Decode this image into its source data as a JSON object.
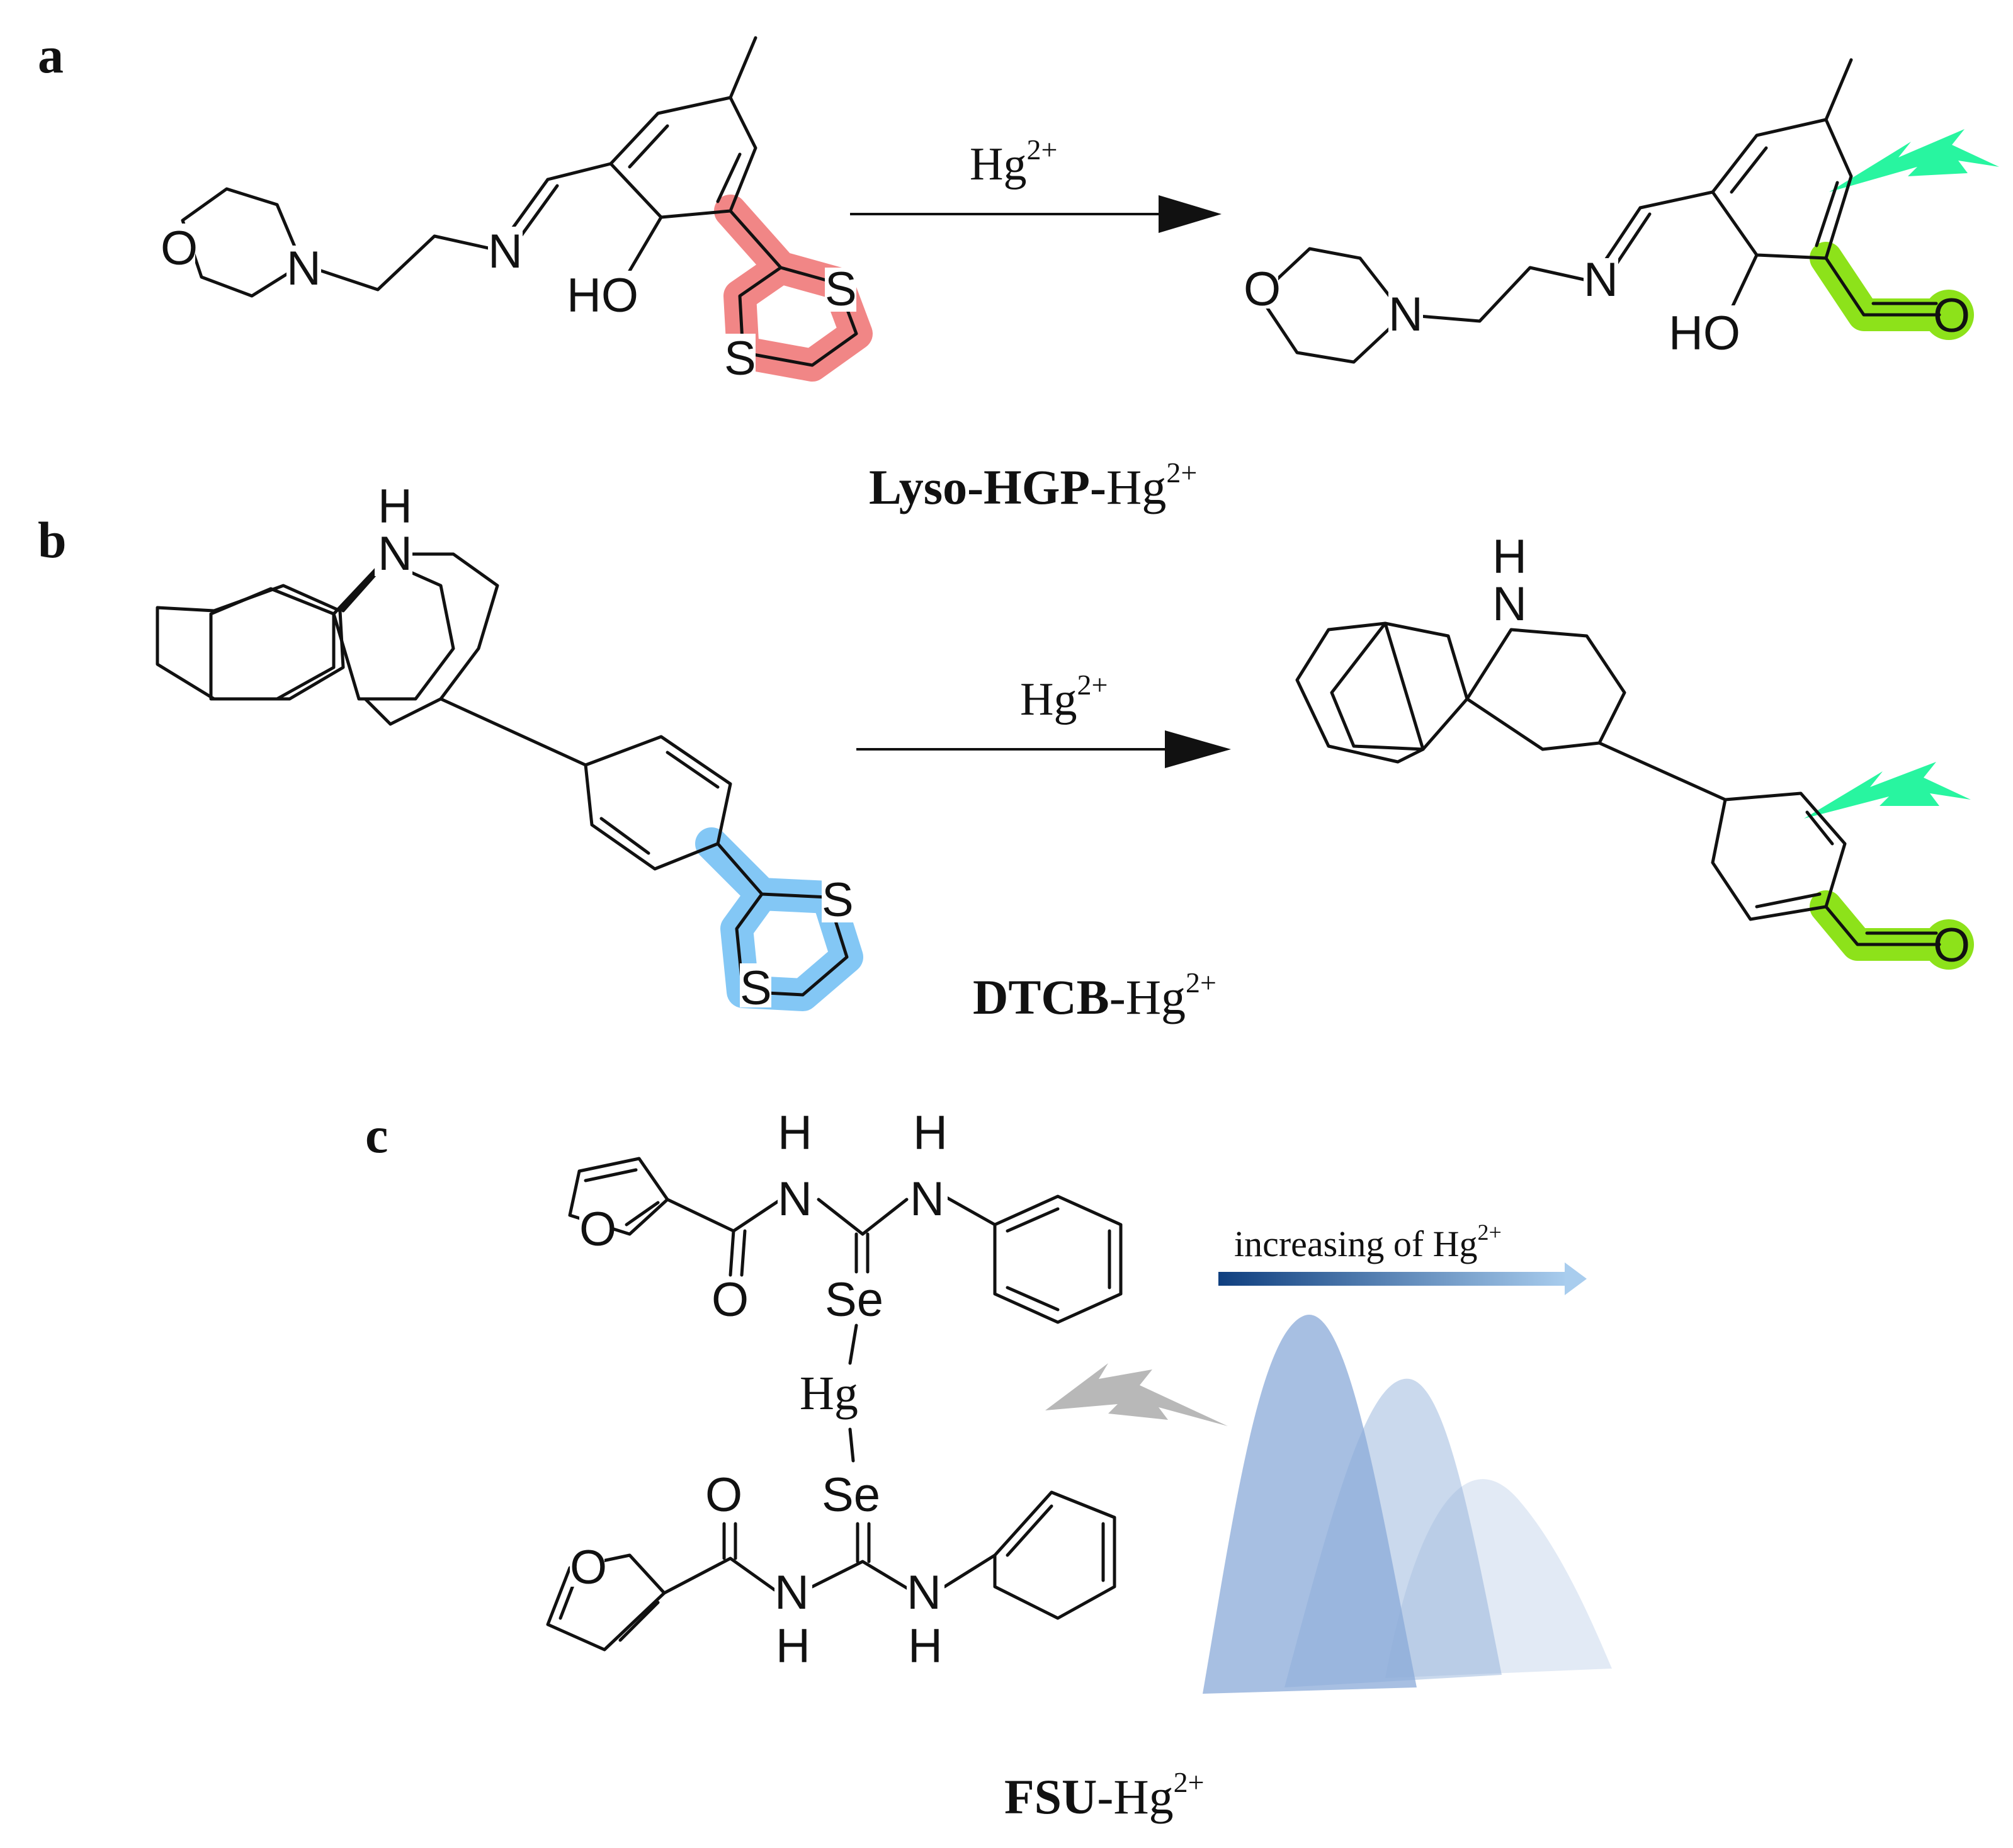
{
  "panels": {
    "a": {
      "letter": "a",
      "reagent": "Hg",
      "reagent_charge": "2+",
      "caption_bold": "Lyso-HGP-",
      "caption_ion": "Hg",
      "caption_charge": "2+",
      "atoms": {
        "O": "O",
        "N1": "N",
        "N2": "N",
        "HO": "HO",
        "S1": "S",
        "S2": "S",
        "O_ald": "O"
      }
    },
    "b": {
      "letter": "b",
      "reagent": "Hg",
      "reagent_charge": "2+",
      "caption_bold": "DTCB",
      "caption_ion": "-Hg",
      "caption_charge": "2+",
      "atoms": {
        "H": "H",
        "N": "N",
        "S1": "S",
        "S2": "S",
        "O_ald": "O"
      }
    },
    "c": {
      "letter": "c",
      "annotation": "increasing of Hg",
      "annotation_charge": "2+",
      "caption_bold": "FSU",
      "caption_ion": "-Hg",
      "caption_charge": "2+",
      "atoms": {
        "O": "O",
        "N": "N",
        "H": "H",
        "Se": "Se",
        "Hg": "Hg"
      }
    }
  },
  "colors": {
    "dithiolane_a": "#f08080",
    "dithiolane_b": "#7cc4f4",
    "aldehyde": "#8de21a",
    "fluorescence": "#28f5a0",
    "quenched": "#b8b8b8",
    "arrow_start": "#0f3f7f",
    "arrow_end": "#a9cdee",
    "emission_peak": "#8aaad8"
  }
}
